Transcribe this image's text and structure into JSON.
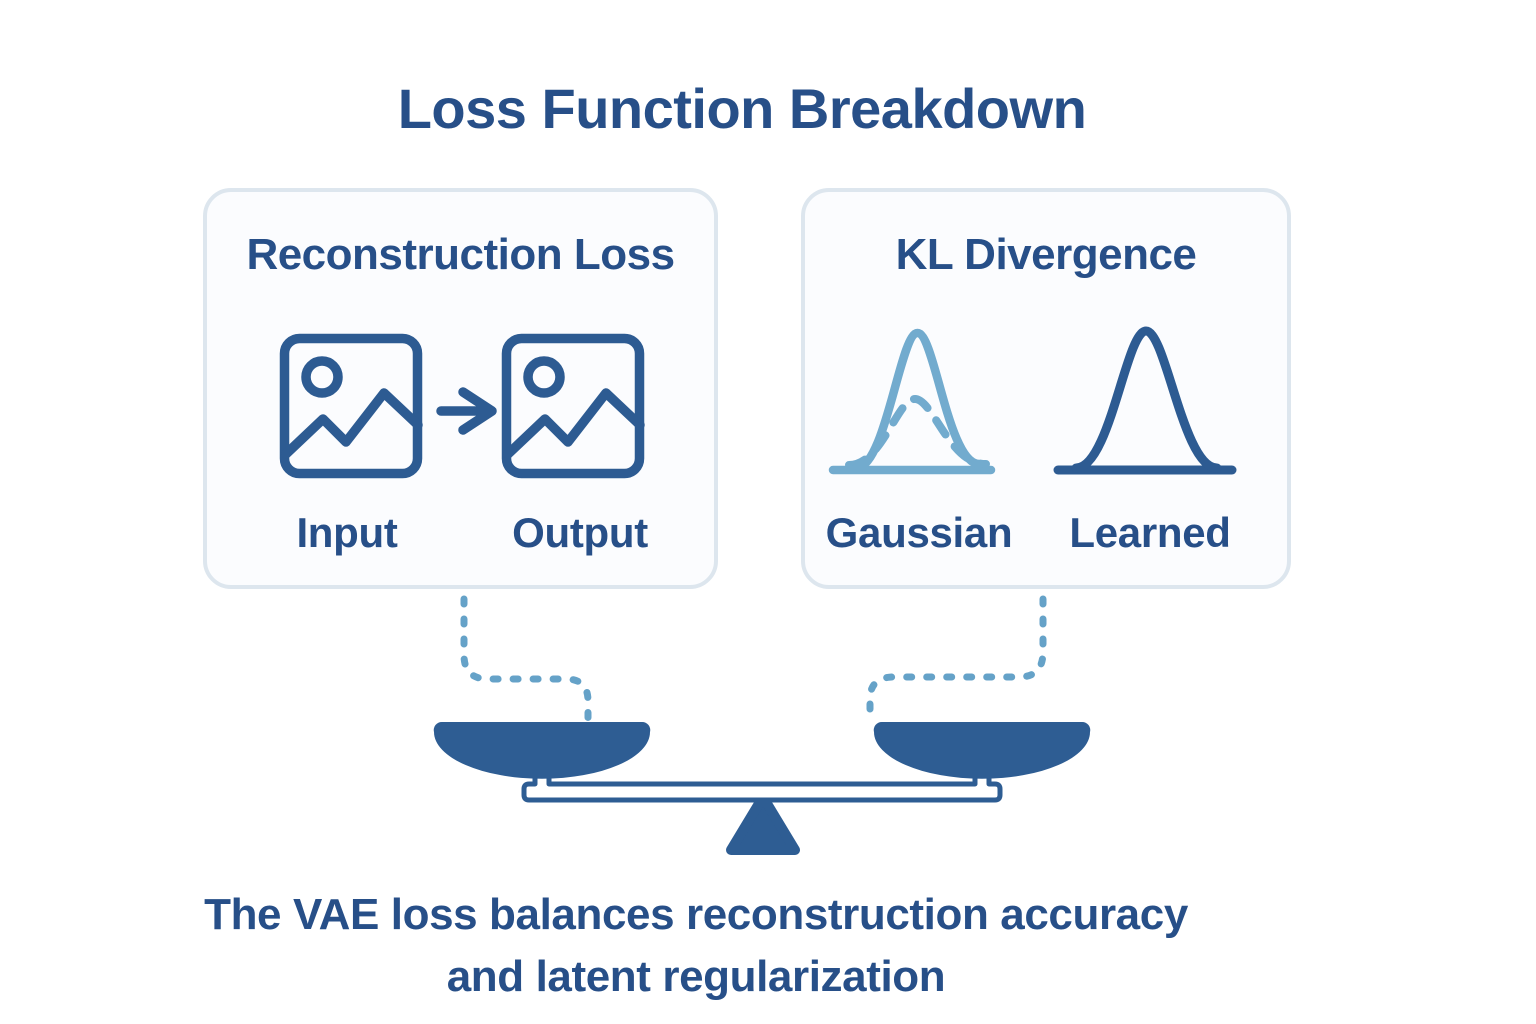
{
  "page": {
    "title": "Loss Function Breakdown"
  },
  "palette": {
    "page_bg": "#ffffff",
    "navy_text": "#274f88",
    "stroke_blue": "#2d5b92",
    "scale_fill": "#2e5d93",
    "light_blue": "#72abce",
    "dot_blue": "#65a2c8",
    "card_bg": "#fbfcfe",
    "card_border": "#dde6ee"
  },
  "cards": {
    "reconstruction": {
      "title": "Reconstruction Loss",
      "input_label": "Input",
      "output_label": "Output"
    },
    "kl_divergence": {
      "title": "KL Divergence",
      "gaussian_label": "Gaussian",
      "learned_label": "Learned"
    }
  },
  "caption": {
    "line1": "The VAE loss balances reconstruction accuracy",
    "line2": "and latent regularization"
  }
}
